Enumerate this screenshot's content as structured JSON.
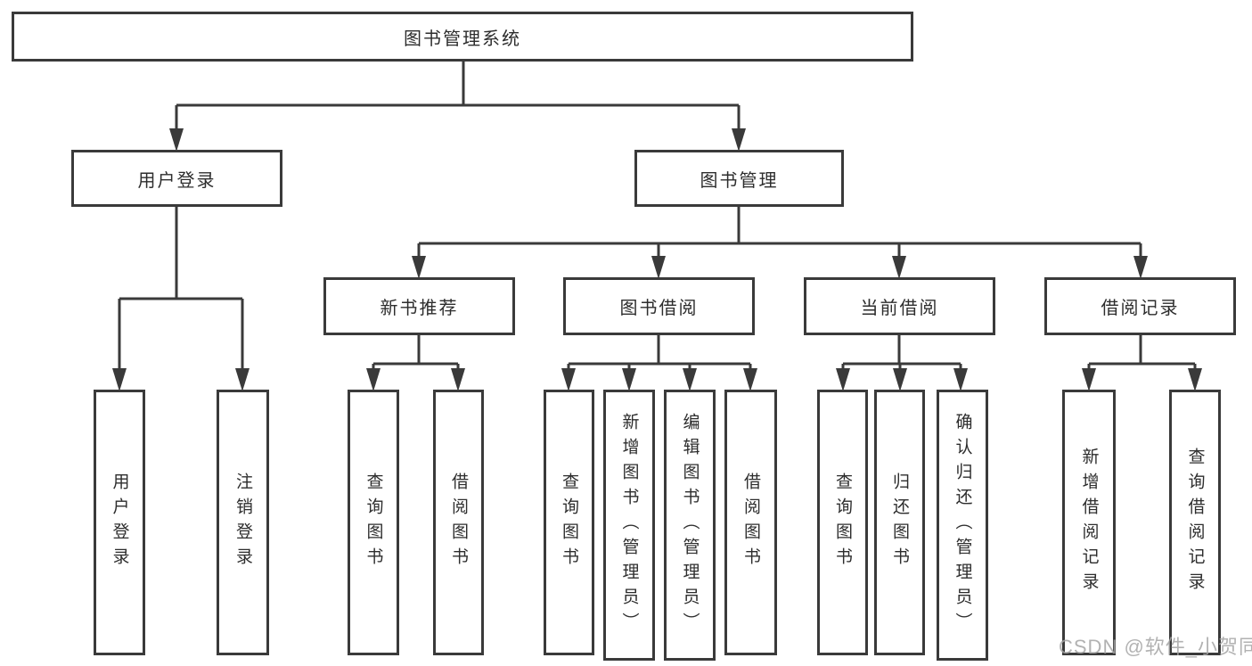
{
  "diagram": {
    "type": "hierarchy-structure-diagram",
    "colors": {
      "line": "#3a3a3a",
      "box_border": "#3a3a3a",
      "box_fill": "#ffffff",
      "text": "#2d2d2d",
      "watermark": "#a5a5a5"
    },
    "watermark": "CSDN @软件_小贺同学",
    "nodes": {
      "root": {
        "label": "图书管理系统"
      },
      "login": {
        "label": "用户登录"
      },
      "mgmt": {
        "label": "图书管理"
      },
      "rec": {
        "label": "新书推荐"
      },
      "borrow": {
        "label": "图书借阅"
      },
      "current": {
        "label": "当前借阅"
      },
      "record": {
        "label": "借阅记录"
      },
      "login_user": {
        "label": "用户登录"
      },
      "login_logout": {
        "label": "注销登录"
      },
      "rec_query": {
        "label": "查询图书"
      },
      "rec_borrow": {
        "label": "借阅图书"
      },
      "borrow_query": {
        "label": "查询图书"
      },
      "borrow_add": {
        "label": "新增图书（管理员）"
      },
      "borrow_edit": {
        "label": "编辑图书（管理员）"
      },
      "borrow_borrow": {
        "label": "借阅图书"
      },
      "current_query": {
        "label": "查询图书"
      },
      "current_return": {
        "label": "归还图书"
      },
      "current_confirm": {
        "label": "确认归还（管理员）"
      },
      "record_add": {
        "label": "新增借阅记录"
      },
      "record_query": {
        "label": "查询借阅记录"
      }
    },
    "edges": [
      "root->login",
      "root->mgmt",
      "login->login_user",
      "login->login_logout",
      "mgmt->rec",
      "mgmt->borrow",
      "mgmt->current",
      "mgmt->record",
      "rec->rec_query",
      "rec->rec_borrow",
      "borrow->borrow_query",
      "borrow->borrow_add",
      "borrow->borrow_edit",
      "borrow->borrow_borrow",
      "current->current_query",
      "current->current_return",
      "current->current_confirm",
      "record->record_add",
      "record->record_query"
    ]
  }
}
